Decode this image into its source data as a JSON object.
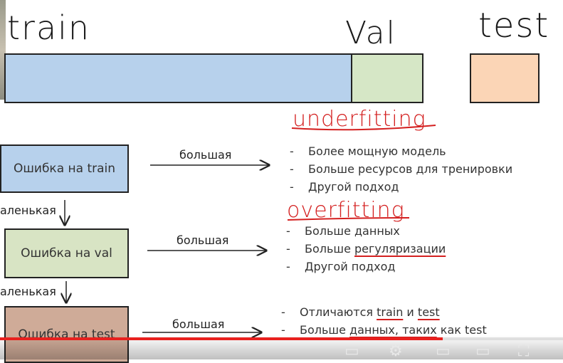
{
  "top": {
    "train_label": "train",
    "val_label": "Val",
    "test_label": "test",
    "colors": {
      "train": "#b7d1ec",
      "val": "#d6e7c6",
      "test": "#fbd5b6"
    }
  },
  "rows": [
    {
      "box_label": "Ошибка на train",
      "box_color": "#b7d1ec",
      "arrow_label": "большая",
      "heading": "underfitting",
      "items": [
        {
          "text": "Более мощную модель"
        },
        {
          "text": "Больше ресурсов для тренировки"
        },
        {
          "text": "Другой подход"
        }
      ]
    },
    {
      "box_label": "Ошибка на val",
      "box_color": "#d8e4c4",
      "arrow_label": "большая",
      "heading": "overfitting",
      "items": [
        {
          "text": "Больше данных"
        },
        {
          "pre": "Больше ",
          "u": "регуляризации"
        },
        {
          "text": "Другой подход"
        }
      ]
    },
    {
      "box_label": "Ошибка на test",
      "box_color": "#cfab98",
      "arrow_label": "большая",
      "items": [
        {
          "pre": "Отличаются ",
          "u": "train",
          "mid": " и ",
          "u2": "test"
        },
        {
          "pre": "Больше ",
          "u": "данных, таких",
          "mid": " как test"
        }
      ]
    }
  ],
  "down_labels": [
    "аленькая",
    "аленькая"
  ],
  "player": {
    "progress": 0.786
  }
}
